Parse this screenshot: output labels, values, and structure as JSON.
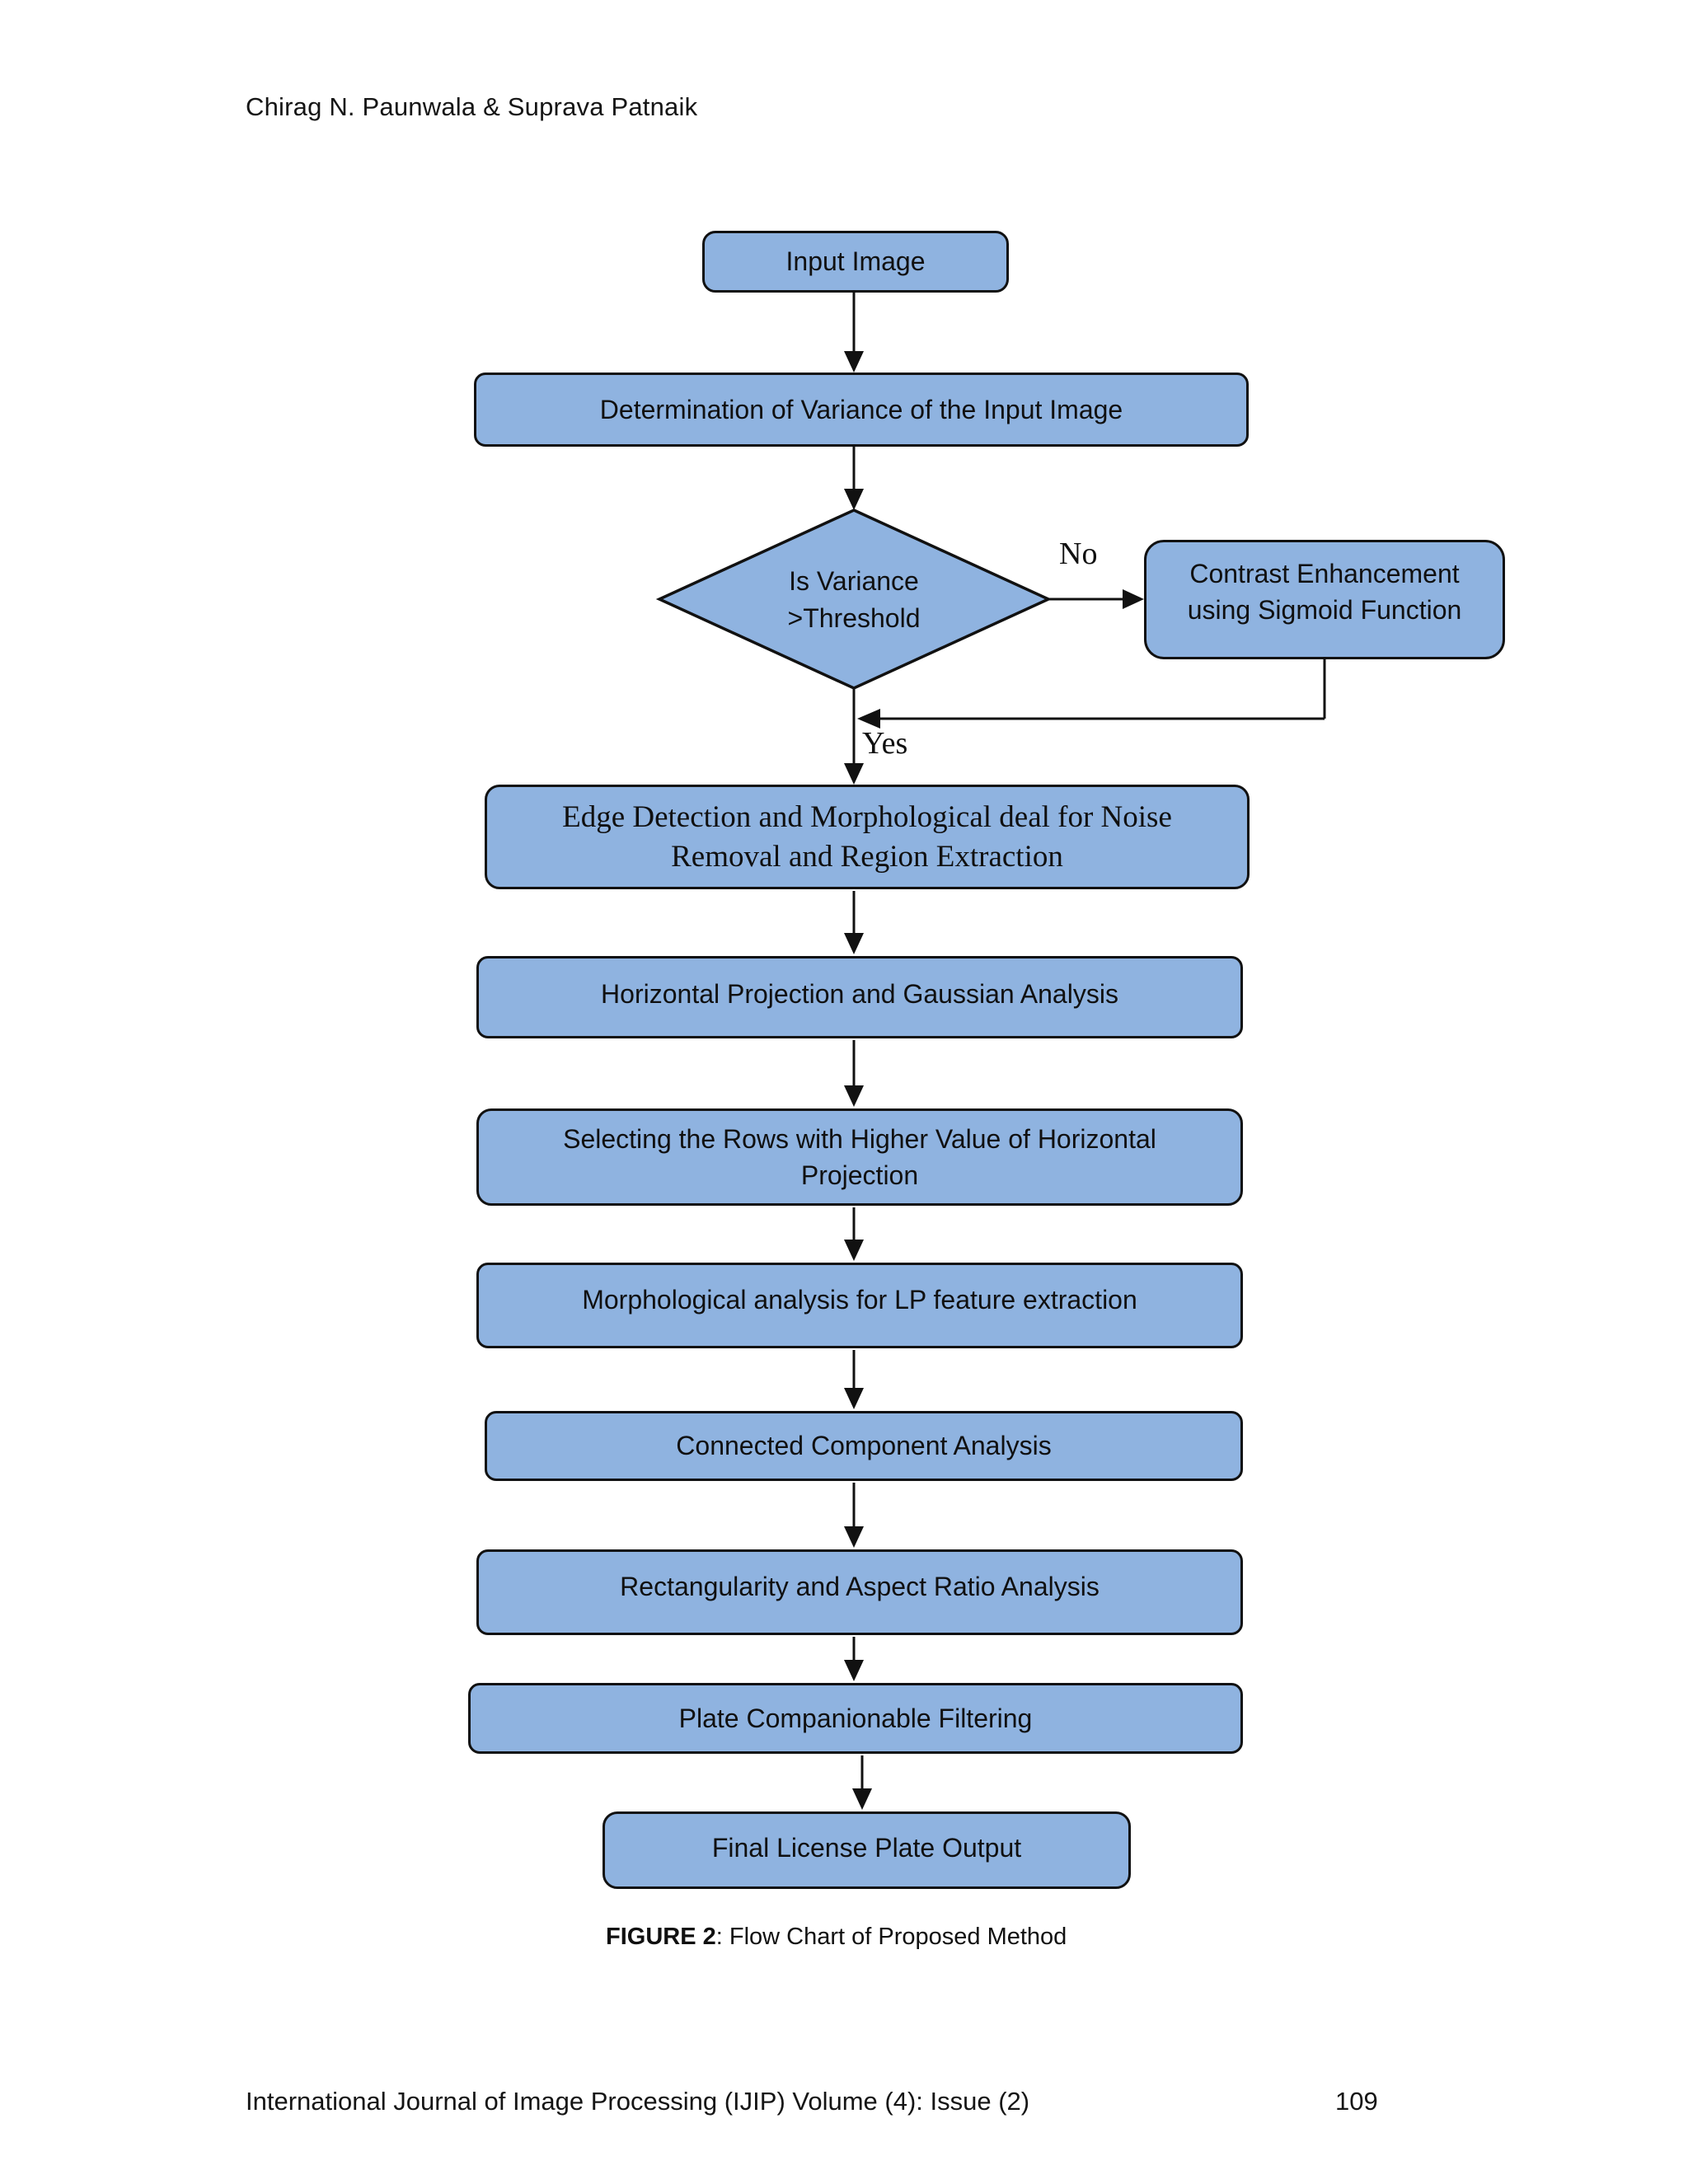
{
  "page": {
    "header_author": "Chirag N. Paunwala & Suprava Patnaik",
    "footer_journal": "International Journal of Image Processing (IJIP) Volume (4): Issue (2)",
    "footer_page_number": "109"
  },
  "colors": {
    "node_fill": "#8fb3e0",
    "node_border": "#111111",
    "text": "#101010",
    "background": "#ffffff"
  },
  "figure": {
    "caption_label": "FIGURE 2",
    "caption_rest": ": Flow Chart of Proposed Method"
  },
  "flowchart": {
    "nodes": {
      "input": {
        "label": "Input Image"
      },
      "variance": {
        "label": "Determination of Variance of the Input Image"
      },
      "decision": {
        "line1": "Is Variance",
        "line2": ">Threshold"
      },
      "contrast": {
        "line1": "Contrast Enhancement",
        "line2": "using Sigmoid Function"
      },
      "edge": {
        "line1": "Edge Detection and Morphological deal for Noise",
        "line2": "Removal and Region Extraction"
      },
      "horizontal": {
        "label": "Horizontal Projection and Gaussian Analysis"
      },
      "selecting": {
        "line1": "Selecting the Rows with Higher Value of Horizontal",
        "line2": "Projection"
      },
      "morphological": {
        "label": "Morphological analysis for LP feature extraction"
      },
      "connected": {
        "label": "Connected Component Analysis"
      },
      "rectangularity": {
        "label": "Rectangularity and Aspect Ratio Analysis"
      },
      "plate": {
        "label": "Plate Companionable Filtering"
      },
      "final": {
        "label": "Final License Plate Output"
      }
    },
    "edge_labels": {
      "yes": "Yes",
      "no": "No"
    }
  }
}
